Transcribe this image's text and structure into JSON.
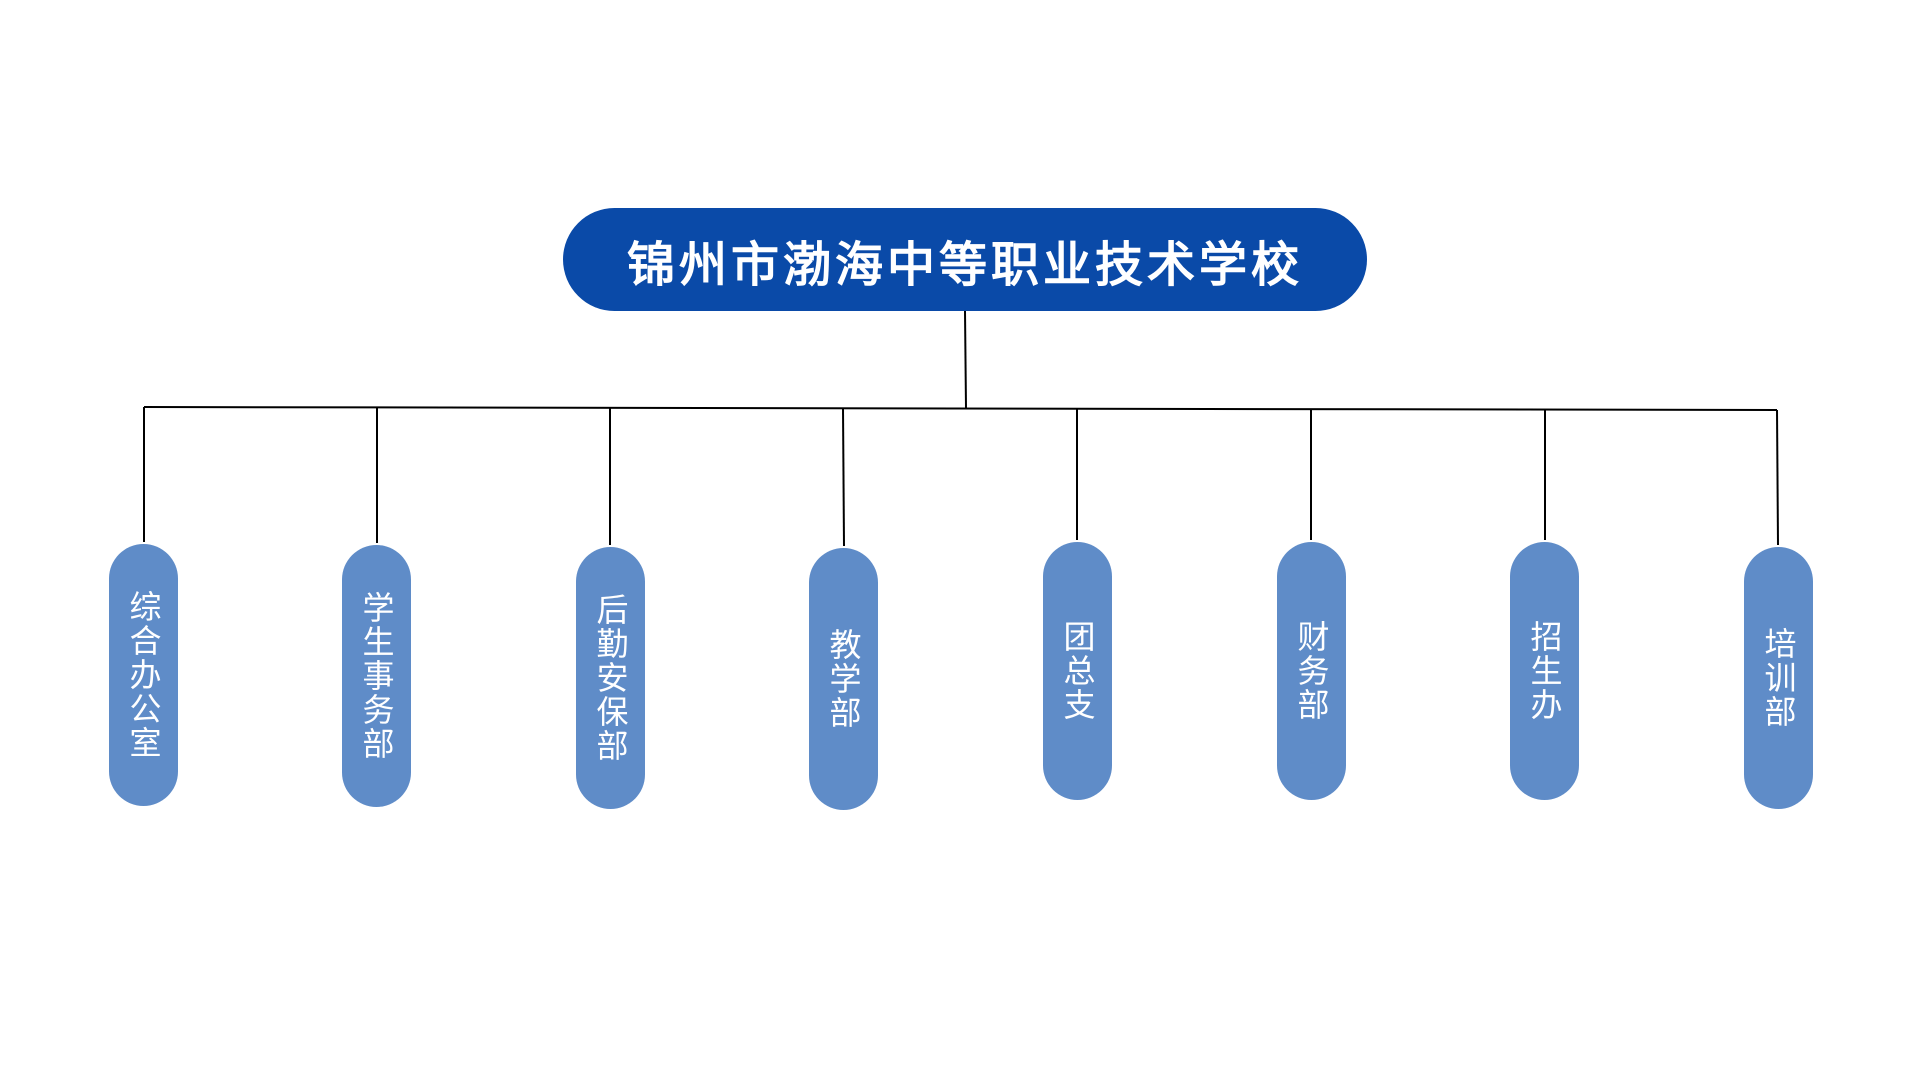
{
  "root": {
    "label": "锦州市渤海中等职业技术学校",
    "color": "#0a4aa8"
  },
  "children": [
    {
      "label": "综合办公室"
    },
    {
      "label": "学生事务部"
    },
    {
      "label": "后勤安保部"
    },
    {
      "label": "教学部"
    },
    {
      "label": "团总支"
    },
    {
      "label": "财务部"
    },
    {
      "label": "招生办"
    },
    {
      "label": "培训部"
    }
  ],
  "child_color": "#5f8cc8",
  "line_color": "#000000"
}
